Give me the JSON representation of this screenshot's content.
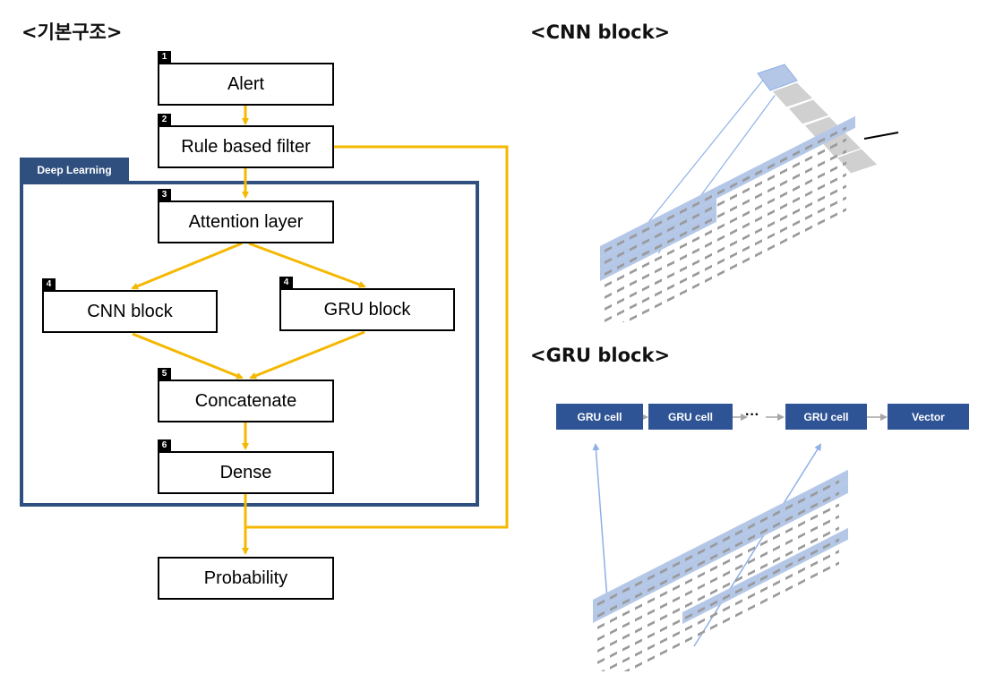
{
  "titles": {
    "basic": "<기본구조>",
    "cnn": "<CNN block>",
    "gru": "<GRU block>"
  },
  "deep_learning_label": "Deep Learning",
  "flow": {
    "alert": "Alert",
    "rule_filter": "Rule based filter",
    "attention": "Attention layer",
    "cnn": "CNN block",
    "gru": "GRU block",
    "concat": "Concatenate",
    "dense": "Dense",
    "probability": "Probability"
  },
  "step_numbers": {
    "alert": "1",
    "rule_filter": "2",
    "attention": "3",
    "cnn": "4",
    "gru": "4",
    "concat": "5",
    "dense": "6"
  },
  "gru_chain": {
    "cell1": "GRU cell",
    "cell2": "GRU cell",
    "ellipsis": "···",
    "cell3": "GRU cell",
    "vector": "Vector"
  },
  "colors": {
    "arrow": "#f5b800",
    "frame": "#2f4f7f",
    "gru_cell": "#2f5496",
    "highlight": "#8fb0e6"
  }
}
